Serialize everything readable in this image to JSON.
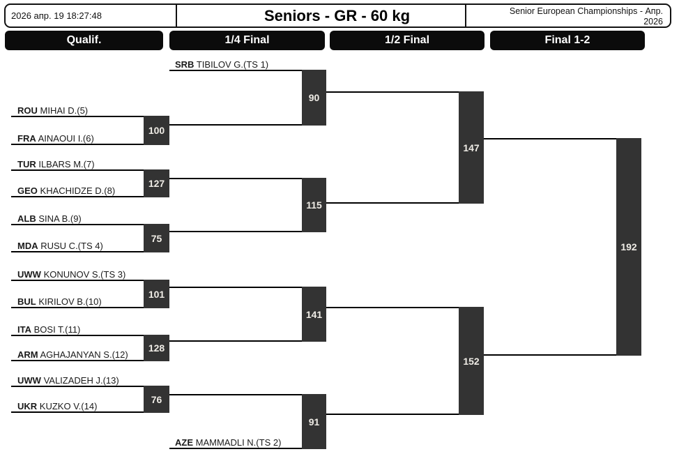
{
  "header": {
    "datetime": "2026 апр. 19 18:27:48",
    "title": "Seniors - GR - 60 kg",
    "event_line1": "Senior European Championships - Апр.",
    "event_line2": "2026"
  },
  "columns": [
    {
      "label": "Qualif."
    },
    {
      "label": "1/4 Final"
    },
    {
      "label": "1/2 Final"
    },
    {
      "label": "Final 1-2"
    }
  ],
  "bracket": {
    "athletes": [
      {
        "country": "SRB",
        "name": "TIBILOV G.(TS 1)"
      },
      {
        "country": "ROU",
        "name": "MIHAI D.(5)"
      },
      {
        "country": "FRA",
        "name": "AINAOUI I.(6)"
      },
      {
        "country": "TUR",
        "name": "ILBARS M.(7)"
      },
      {
        "country": "GEO",
        "name": "KHACHIDZE D.(8)"
      },
      {
        "country": "ALB",
        "name": "SINA B.(9)"
      },
      {
        "country": "MDA",
        "name": "RUSU C.(TS 4)"
      },
      {
        "country": "UWW",
        "name": "KONUNOV S.(TS 3)"
      },
      {
        "country": "BUL",
        "name": "KIRILOV B.(10)"
      },
      {
        "country": "ITA",
        "name": "BOSI T.(11)"
      },
      {
        "country": "ARM",
        "name": "AGHAJANYAN S.(12)"
      },
      {
        "country": "UWW",
        "name": "VALIZADEH J.(13)"
      },
      {
        "country": "UKR",
        "name": "KUZKO V.(14)"
      },
      {
        "country": "AZE",
        "name": "MAMMADLI N.(TS 2)"
      }
    ],
    "matches": {
      "qualification": [
        {
          "number": "100"
        },
        {
          "number": "127"
        },
        {
          "number": "75"
        },
        {
          "number": "101"
        },
        {
          "number": "128"
        },
        {
          "number": "76"
        }
      ],
      "quarterfinal": [
        {
          "number": "90"
        },
        {
          "number": "115"
        },
        {
          "number": "141"
        },
        {
          "number": "91"
        }
      ],
      "semifinal": [
        {
          "number": "147"
        },
        {
          "number": "152"
        }
      ],
      "final": [
        {
          "number": "192"
        }
      ]
    },
    "colors": {
      "match_box": "#333333",
      "line": "#000000",
      "number_text": "#efece6",
      "round_bar": "#0b0b0b"
    }
  }
}
